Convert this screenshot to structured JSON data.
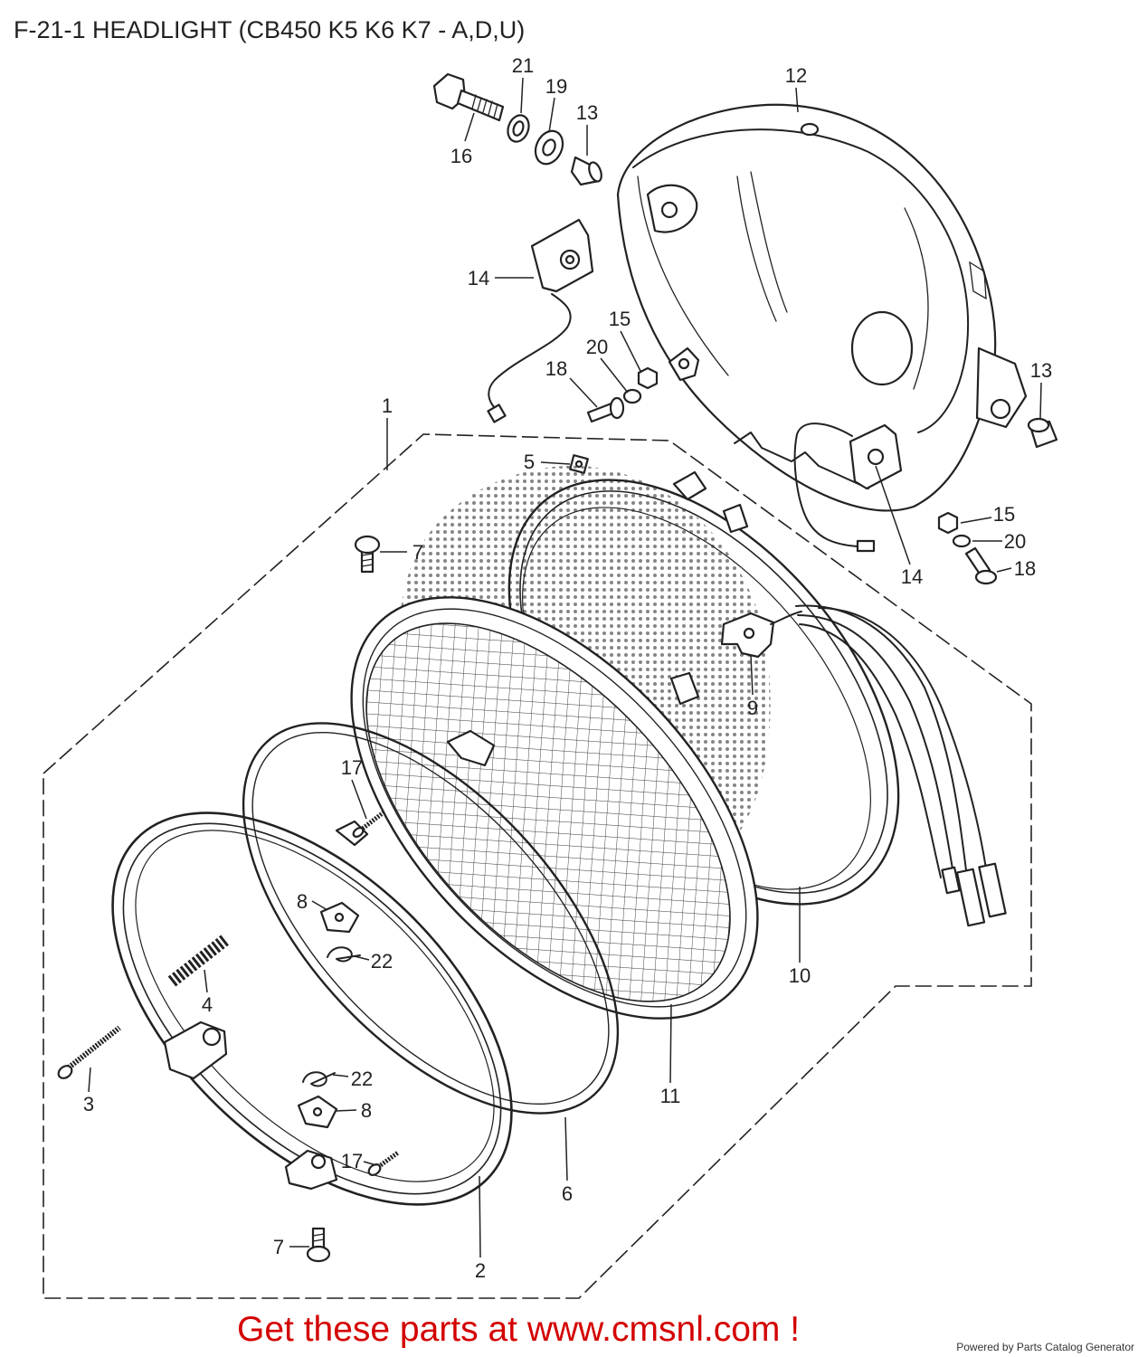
{
  "title": "F-21-1 HEADLIGHT (CB450 K5 K6 K7 - A,D,U)",
  "callouts": [
    "21",
    "19",
    "13",
    "12",
    "16",
    "14",
    "15",
    "20",
    "18",
    "13",
    "1",
    "5",
    "7",
    "15",
    "20",
    "18",
    "14",
    "9",
    "17",
    "10",
    "8",
    "22",
    "4",
    "3",
    "22",
    "11",
    "8",
    "17",
    "6",
    "7",
    "2"
  ],
  "footer": {
    "cta": "Get these parts at www.cmsnl.com !",
    "powered_by": "Powered by Parts Catalog Generator"
  },
  "colors": {
    "cta": "#d40000",
    "line_art": "#222222",
    "background": "#ffffff"
  }
}
